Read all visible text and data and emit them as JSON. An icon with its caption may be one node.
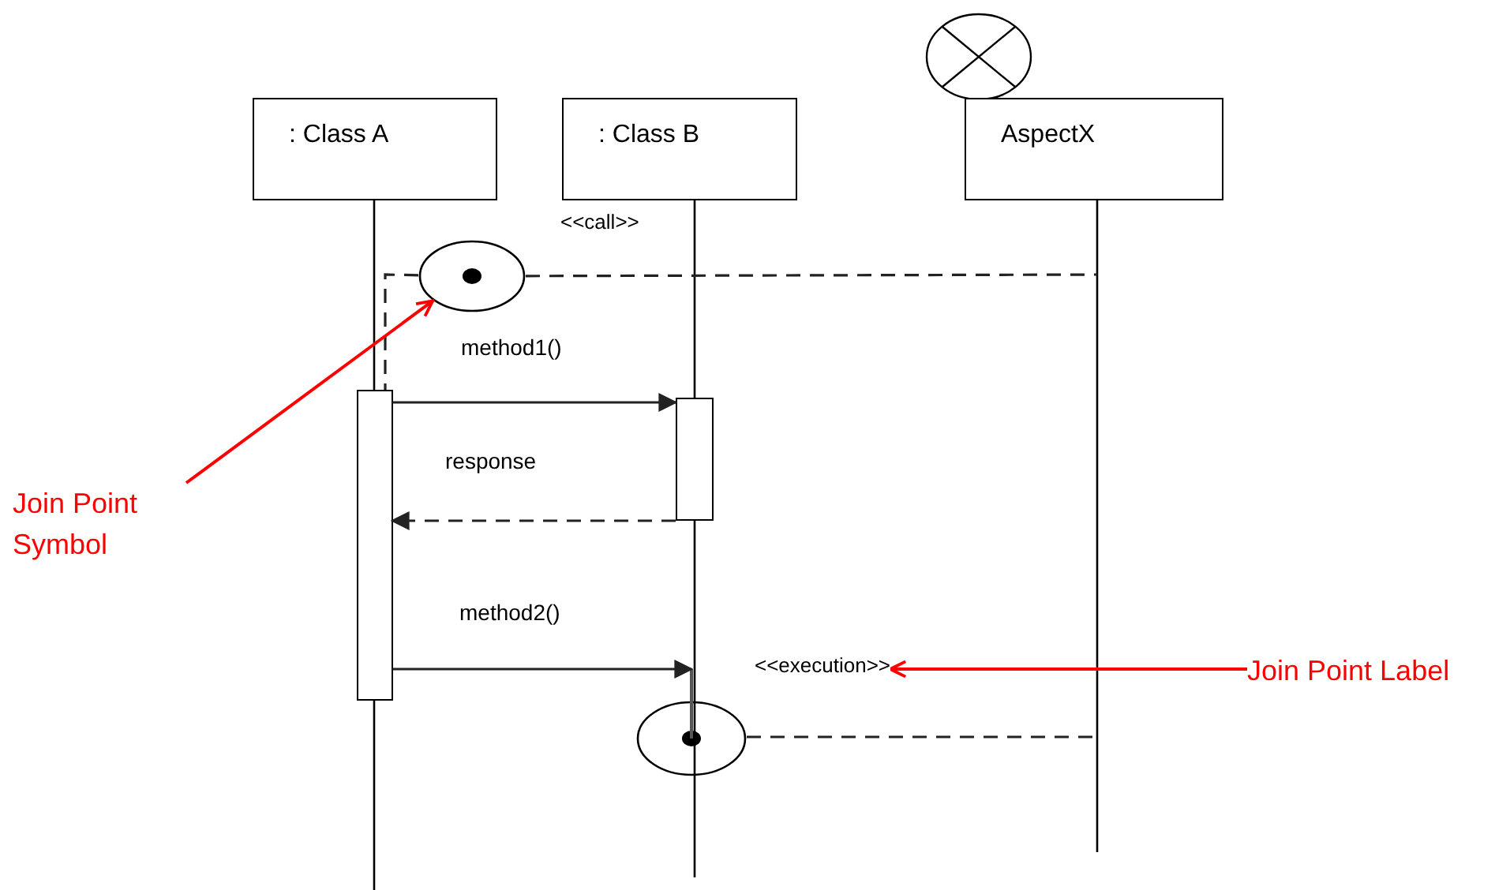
{
  "diagram": {
    "nodes": [
      {
        "text": [
          ": Class A"
        ]
      },
      {
        "text": [
          ": Class B"
        ]
      },
      {
        "text": [
          "AspectX"
        ]
      },
      {
        "text": [],
        "shape": "circle"
      },
      {
        "text": [],
        "shape": "box",
        "in": 0
      },
      {
        "text": [],
        "shape": "box",
        "in": 1
      },
      {
        "text": [
          "Join Point Symbol"
        ]
      },
      {
        "text": [
          "<<execution>>"
        ]
      },
      {
        "text": [
          "Join Point Label"
        ]
      },
      {
        "text": [],
        "shape": "circle",
        "in": 1
      }
    ],
    "edges": [
      {
        "from": 4,
        "to": 5,
        "arrow": "to",
        "label": "method1()"
      },
      {
        "from": 5,
        "to": 4,
        "arrow": "to",
        "label": "response",
        "style": "dashed"
      },
      {
        "from": 4,
        "to": 9,
        "arrow": "to",
        "label": "method2()"
      },
      {
        "from": 3,
        "to": 4,
        "arrow": "none",
        "style": "dashed"
      },
      {
        "from": 3,
        "to": 2,
        "arrow": "none",
        "style": "dashed"
      },
      {
        "from": 9,
        "to": 2,
        "arrow": "none",
        "style": "dashed"
      },
      {
        "from": 6,
        "to": 3,
        "arrow": "to",
        "color": "#ff0000"
      },
      {
        "from": 8,
        "to": 7,
        "arrow": "to",
        "color": "#ff0000"
      }
    ],
    "labels": [
      "<<call>>"
    ]
  }
}
